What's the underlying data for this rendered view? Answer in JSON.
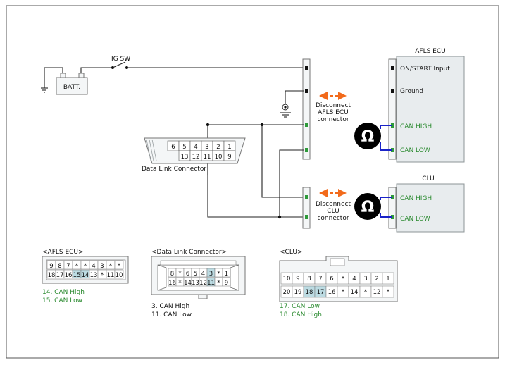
{
  "labels": {
    "batt": "BATT.",
    "ig_sw": "IG SW",
    "afls_ecu_title": "AFLS ECU",
    "on_start": "ON/START  Input",
    "ground": "Ground",
    "can_high": "CAN HIGH",
    "can_low": "CAN LOW",
    "clu_title": "CLU",
    "disconnect_afls": [
      "Disconnect",
      "AFLS ECU",
      "connector"
    ],
    "disconnect_clu": [
      "Disconnect",
      "CLU",
      "connector"
    ],
    "dlc": "Data Link Connector",
    "ohm": "Ω"
  },
  "dlc_pins": {
    "top": [
      "6",
      "5",
      "4",
      "3",
      "2",
      "1"
    ],
    "bottom": [
      "13",
      "12",
      "11",
      "10",
      "9"
    ]
  },
  "afls_connector": {
    "title": "<AFLS ECU>",
    "top": [
      "9",
      "8",
      "7",
      "*",
      "*",
      "4",
      "3",
      "*",
      "*"
    ],
    "bottom": [
      "18",
      "17",
      "16",
      "15",
      "14",
      "13",
      "*",
      "11",
      "10"
    ],
    "notes": [
      "14. CAN High",
      "15. CAN Low"
    ]
  },
  "dlc_connector": {
    "title": "<Data Link Connector>",
    "top": [
      "8",
      "*",
      "6",
      "5",
      "4",
      "3",
      "*",
      "1"
    ],
    "bottom": [
      "16",
      "*",
      "14",
      "13",
      "12",
      "11",
      "*",
      "9"
    ],
    "notes": [
      "3. CAN High",
      "11. CAN Low"
    ]
  },
  "clu_connector": {
    "title": "<CLU>",
    "top": [
      "10",
      "9",
      "8",
      "7",
      "6",
      "*",
      "4",
      "3",
      "2",
      "1"
    ],
    "bottom": [
      "20",
      "19",
      "18",
      "17",
      "16",
      "*",
      "14",
      "*",
      "12",
      "*"
    ],
    "notes": [
      "17. CAN Low",
      "18. CAN High"
    ]
  },
  "colors": {
    "can_wire": "#1a23c8",
    "terminal_green": "#2e9a3a",
    "note_green": "#2a8a2f",
    "highlight": "#bcdbe2",
    "arrow": "#f26a1b"
  }
}
